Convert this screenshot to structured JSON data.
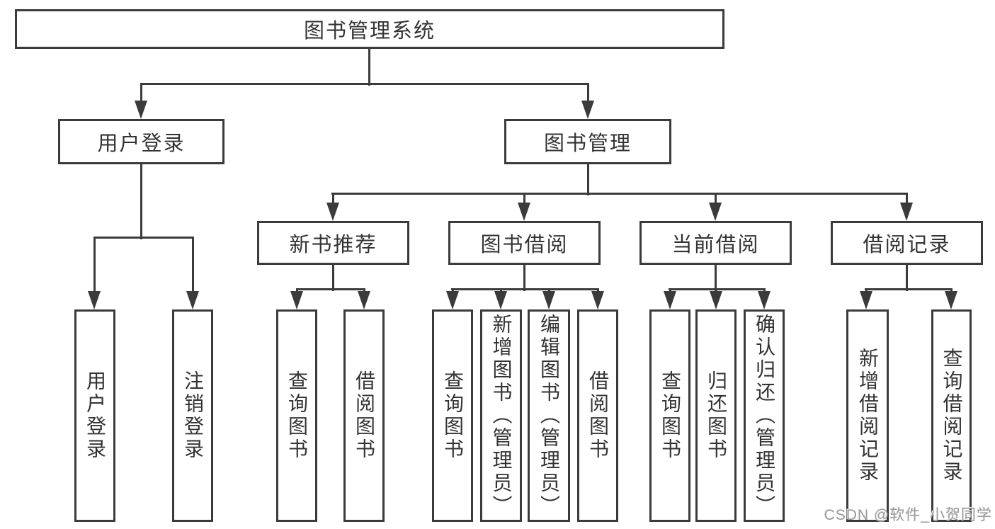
{
  "diagram": {
    "root": "图书管理系统",
    "level2": [
      "用户登录",
      "图书管理"
    ],
    "level3": [
      "新书推荐",
      "图书借阅",
      "当前借阅",
      "借阅记录"
    ],
    "leaves": {
      "user_login": [
        "用户登录",
        "注销登录"
      ],
      "new_book": [
        "查询图书",
        "借阅图书"
      ],
      "book_borrow": [
        "查询图书",
        "新增图书（管理员）",
        "编辑图书（管理员）",
        "借阅图书"
      ],
      "current_borrow": [
        "查询图书",
        "归还图书",
        "确认归还（管理员）"
      ],
      "records": [
        "新增借阅记录",
        "查询借阅记录"
      ]
    },
    "watermark": "CSDN @软件_小贺同学",
    "colors": {
      "line": "#3b3b3b",
      "text": "#333333",
      "watermark": "#9b9b9b",
      "background": "#ffffff"
    }
  }
}
